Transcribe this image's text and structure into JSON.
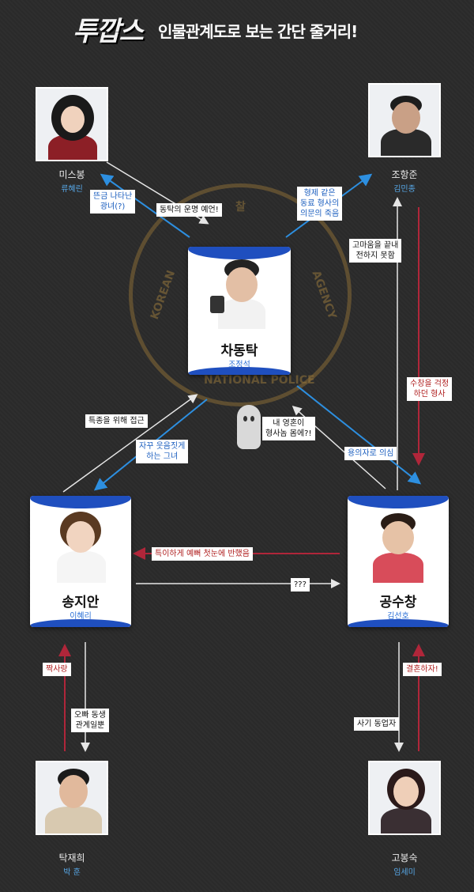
{
  "header": {
    "logo": "투깝스",
    "subtitle_prefix": "인물관계도로 보는 ",
    "subtitle_highlight": "간단 줄거리!"
  },
  "emblem": {
    "text_left": "KOREAN",
    "text_right": "AGENCY",
    "text_bottom": "NATIONAL POLICE",
    "text_top": "찰"
  },
  "characters": {
    "misbong": {
      "name": "미스봉",
      "actor": "류혜린"
    },
    "johangjun": {
      "name": "조항준",
      "actor": "김민종"
    },
    "chadongtak": {
      "name": "차동탁",
      "actor": "조정석"
    },
    "songjian": {
      "name": "송지안",
      "actor": "이혜리"
    },
    "gongsuchang": {
      "name": "공수창",
      "actor": "김선호"
    },
    "takjaehee": {
      "name": "탁재희",
      "actor": "박 훈"
    },
    "gobongsuk": {
      "name": "고봉숙",
      "actor": "임세미"
    }
  },
  "relations": {
    "misbong_label": "뜬금 나타난\n광녀(?)",
    "prophecy_label": "동탁의 운명 예언!",
    "death_label": "형제 같은\n동료 형사의\n의문의 죽음",
    "thanks_label": "고마움을 끝내\n전하지 못함",
    "suspect_label": "수창을 걱정\n하던 형사",
    "scoop_label": "특종을 위해 접근",
    "laugh_label": "자꾸 웃음짓게\n하는 그녀",
    "soul_label": "내 영혼이\n형사놈 몸에?!",
    "doubt_label": "용의자로 의심",
    "love_label": "특이하게 예뻐 첫눈에 반했음",
    "unknown_label": "???",
    "crush_label": "짝사랑",
    "sibling_label": "오빠 동생\n관계일뿐",
    "fraud_label": "사기 동업자",
    "marry_label": "결혼하자!"
  },
  "colors": {
    "blue_arrow": "#2d8fe0",
    "red_arrow": "#b0263a",
    "white_arrow": "#e6e6e6",
    "card_band": "#1f4fbf"
  }
}
